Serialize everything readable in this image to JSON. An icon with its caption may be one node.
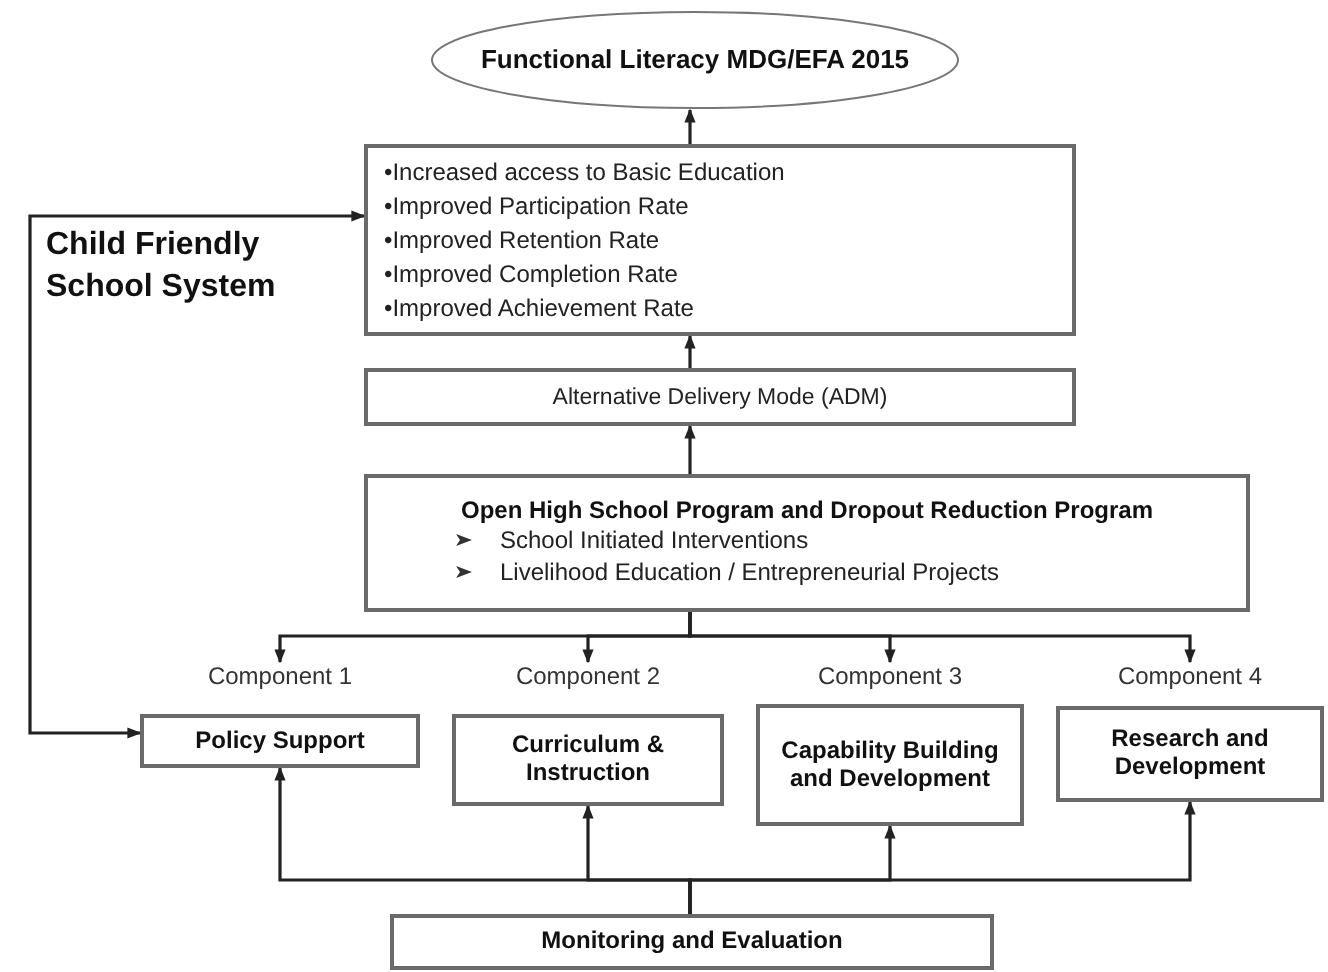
{
  "diagram": {
    "nodes": [
      {
        "text": [
          "Functional Literacy MDG/EFA 2015"
        ]
      },
      {
        "text": [
          "•Increased access to Basic Education",
          "•Improved Participation Rate",
          "•Improved Retention Rate",
          "•Improved Completion Rate",
          "•Improved Achievement Rate"
        ]
      },
      {
        "text": [
          "Alternative Delivery Mode (ADM)"
        ]
      },
      {
        "text": [
          "Open High School Program and Dropout Reduction Program",
          "School Initiated Interventions",
          "Livelihood Education / Entrepreneurial Projects"
        ]
      },
      {
        "text": [
          "Component 1",
          "Policy Support"
        ]
      },
      {
        "text": [
          "Component 2",
          "Curriculum & Instruction"
        ]
      },
      {
        "text": [
          "Component 3",
          "Capability Building and Development"
        ]
      },
      {
        "text": [
          "Component 4",
          "Research and Development"
        ]
      },
      {
        "text": [
          "Monitoring and Evaluation"
        ]
      }
    ],
    "edges": [
      {
        "from": 1,
        "to": 0,
        "arrow": "to"
      },
      {
        "from": 2,
        "to": 1,
        "arrow": "to"
      },
      {
        "from": 3,
        "to": 2,
        "arrow": "to"
      },
      {
        "from": 3,
        "to": 4,
        "arrow": "to"
      },
      {
        "from": 3,
        "to": 5,
        "arrow": "to"
      },
      {
        "from": 3,
        "to": 6,
        "arrow": "to"
      },
      {
        "from": 3,
        "to": 7,
        "arrow": "to"
      },
      {
        "from": 8,
        "to": 4,
        "arrow": "to"
      },
      {
        "from": 8,
        "to": 5,
        "arrow": "to"
      },
      {
        "from": 8,
        "to": 6,
        "arrow": "to"
      },
      {
        "from": 8,
        "to": 7,
        "arrow": "to"
      },
      {
        "from": 4,
        "to": 1,
        "arrow": "both",
        "label": "Child Friendly School System"
      }
    ]
  }
}
